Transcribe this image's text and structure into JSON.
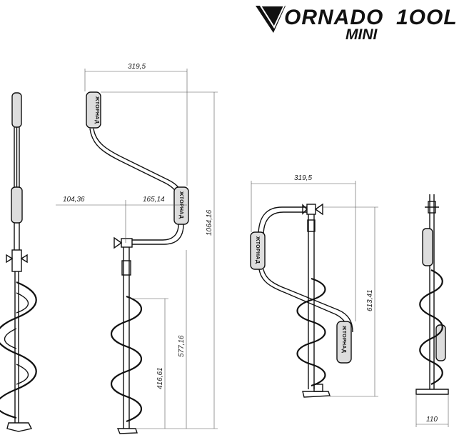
{
  "logo": {
    "main": "ORNADO",
    "tool": "1OOL",
    "mini": "MINI"
  },
  "brand_mark": "ЖТОРНАД",
  "dimensions": {
    "view2_width": "319,5",
    "view2_left_offset": "104,36",
    "view2_mid_offset": "165,14",
    "view2_total_height": "1064,16",
    "view2_screw_height": "577,16",
    "view2_lower_height": "416,61",
    "view3_width": "319,5",
    "view3_height": "613,41",
    "view4_base_width": "110"
  },
  "colors": {
    "ink": "#111111",
    "dimension_line": "#555555",
    "grip_fill": "#dddddd"
  }
}
